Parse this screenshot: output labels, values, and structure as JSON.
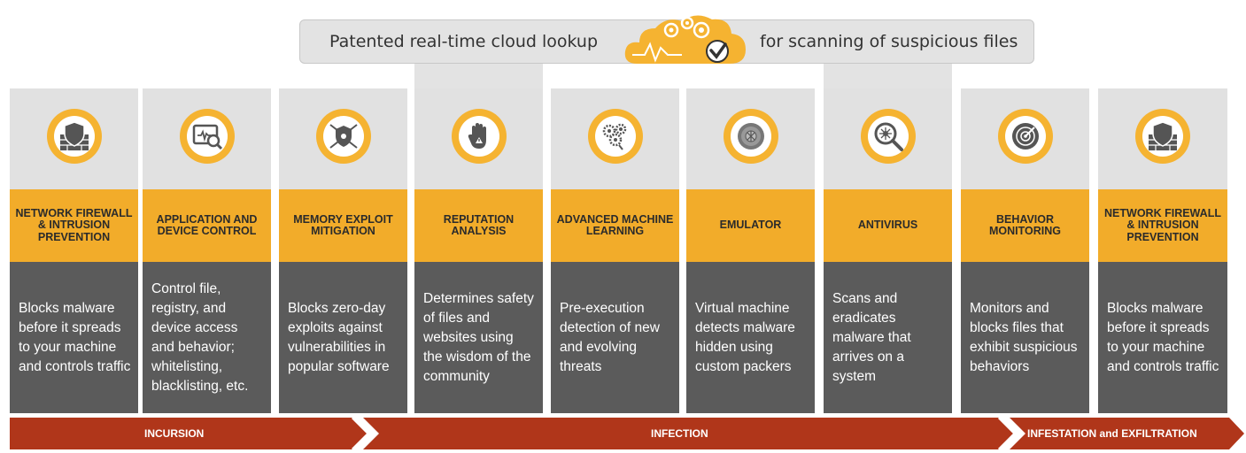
{
  "header": {
    "left_text": "Patented real-time cloud lookup",
    "right_text": "for scanning of suspicious files",
    "icon": "cloud-gears-check-icon"
  },
  "columns": [
    {
      "title": "NETWORK FIREWALL & INTRUSION PREVENTION",
      "description": "Blocks malware before it spreads to your machine and controls traffic",
      "icon": "firewall-shield-icon"
    },
    {
      "title": "APPLICATION AND DEVICE CONTROL",
      "description": "Control file, registry, and device access and behavior; whitelisting, blacklisting, etc.",
      "icon": "window-search-icon"
    },
    {
      "title": "MEMORY EXPLOIT MITIGATION",
      "description": "Blocks zero-day exploits against vulnerabilities in popular software",
      "icon": "shield-arrows-icon"
    },
    {
      "title": "REPUTATION ANALYSIS",
      "description": "Determines safety of files and websites using the wisdom of the community",
      "icon": "hand-warning-icon"
    },
    {
      "title": "ADVANCED MACHINE LEARNING",
      "description": "Pre-execution detection of new and evolving threats",
      "icon": "brain-gears-icon"
    },
    {
      "title": "EMULATOR",
      "description": "Virtual machine detects malware hidden using custom packers",
      "icon": "disc-bug-icon"
    },
    {
      "title": "ANTIVIRUS",
      "description": "Scans and eradicates malware that arrives on a system",
      "icon": "magnifier-virus-icon"
    },
    {
      "title": "BEHAVIOR MONITORING",
      "description": "Monitors and blocks files that exhibit suspicious behaviors",
      "icon": "radar-icon"
    },
    {
      "title": "NETWORK FIREWALL & INTRUSION PREVENTION",
      "description": "Blocks malware before it spreads to your machine and controls traffic",
      "icon": "firewall-shield-icon"
    }
  ],
  "phases": [
    {
      "label": "INCURSION"
    },
    {
      "label": "INFECTION"
    },
    {
      "label": "INFESTATION and EXFILTRATION"
    }
  ],
  "colors": {
    "accent_orange": "#f2ac2a",
    "badge_ring": "#f5b331",
    "description_bg": "#5b5b5b",
    "icon_area_bg": "#e1e1e1",
    "phase_bar": "#b0361a",
    "phase_bar_light": "#c64820"
  }
}
